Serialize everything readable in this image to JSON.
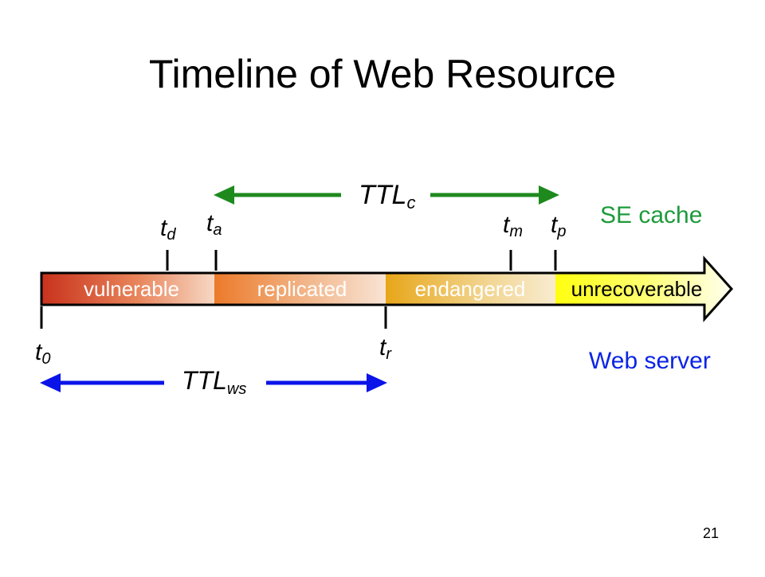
{
  "title": "Timeline of Web Resource",
  "slide_number": "21",
  "segments": [
    {
      "label": "vulnerable"
    },
    {
      "label": "replicated"
    },
    {
      "label": "endangered"
    },
    {
      "label": "unrecoverable"
    }
  ],
  "markers": {
    "t_d": {
      "base": "t",
      "sub": "d"
    },
    "t_a": {
      "base": "t",
      "sub": "a"
    },
    "t_m": {
      "base": "t",
      "sub": "m"
    },
    "t_p": {
      "base": "t",
      "sub": "p"
    },
    "t_0": {
      "base": "t",
      "sub": "0"
    },
    "t_r": {
      "base": "t",
      "sub": "r"
    }
  },
  "ttl_c": {
    "base": "TTL",
    "sub": "c"
  },
  "ttl_ws": {
    "base": "TTL",
    "sub": "ws"
  },
  "se_cache_label": "SE cache",
  "web_server_label": "Web server",
  "colors": {
    "se_cache": "#1e9a3c",
    "web_server": "#0b24e6",
    "ttl_c_arrow": "#1e8a1e",
    "ttl_ws_arrow": "#0a14e8",
    "unrecoverable_fill": "#ffff22"
  }
}
